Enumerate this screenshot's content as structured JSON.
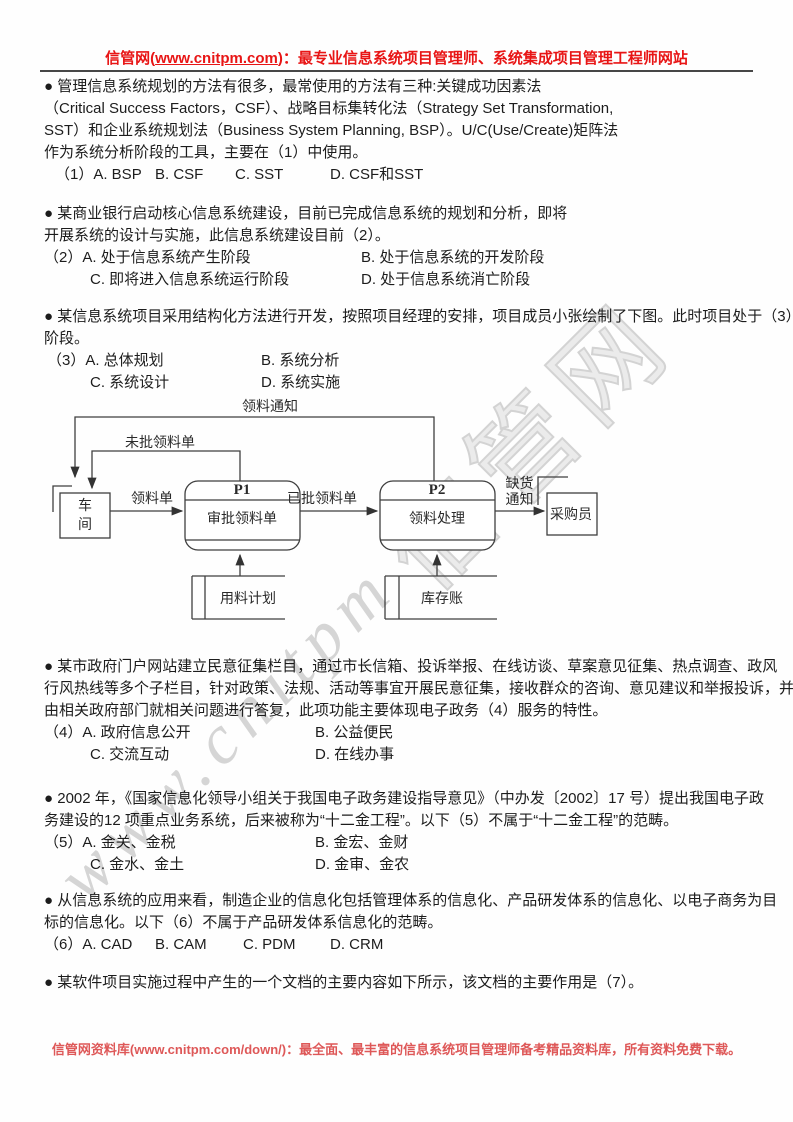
{
  "header": {
    "prefix": "信管网(",
    "link": "www.cnitpm.com",
    "suffix": ")：最专业信息系统项目管理师、系统集成项目管理工程师网站"
  },
  "footer": {
    "prefix": "信管网资料库(",
    "link": "www.cnitpm.com/down/",
    "suffix": ")：最全面、最丰富的信息系统项目管理师备考精品资料库，所有资料免费下载。"
  },
  "watermark": {
    "latin": "www.cnitpm",
    "cjk": "信管网"
  },
  "questions": [
    {
      "stem": [
        "● 管理信息系统规划的方法有很多，最常使用的方法有三种:关键成功因素法",
        "（Critical Success Factors，CSF）、战略目标集转化法（Strategy Set Transformation,",
        "SST）和企业系统规划法（Business System Planning, BSP）。U/C(Use/Create)矩阵法",
        "作为系统分析阶段的工具，主要在（1）中使用。"
      ],
      "options": [
        "（1）A. BSP",
        "B. CSF",
        "C. SST",
        "D. CSF和SST"
      ]
    },
    {
      "stem": [
        "● 某商业银行启动核心信息系统建设，目前已完成信息系统的规划和分析，即将",
        "开展系统的设计与实施，此信息系统建设目前（2）。"
      ],
      "options": [
        "（2）A. 处于信息系统产生阶段",
        "B. 处于信息系统的开发阶段",
        "C. 即将进入信息系统运行阶段",
        "D. 处于信息系统消亡阶段"
      ]
    },
    {
      "stem": [
        "● 某信息系统项目采用结构化方法进行开发，按照项目经理的安排，项目成员小张绘制了下图。此时项目处于（3）",
        "阶段。"
      ],
      "options": [
        "（3）A. 总体规划",
        "B. 系统分析",
        "C. 系统设计",
        "D. 系统实施"
      ]
    },
    {
      "stem": [
        "● 某市政府门户网站建立民意征集栏目，通过市长信箱、投诉举报、在线访谈、草案意见征集、热点调查、政风",
        "行风热线等多个子栏目，针对政策、法规、活动等事宜开展民意征集，接收群众的咨询、意见建议和举报投诉，并",
        "由相关政府部门就相关问题进行答复，此项功能主要体现电子政务（4）服务的特性。"
      ],
      "options": [
        "（4）A. 政府信息公开",
        "B. 公益便民",
        "C. 交流互动",
        "D. 在线办事"
      ]
    },
    {
      "stem": [
        "● 2002 年，《国家信息化领导小组关于我国电子政务建设指导意见》（中办发〔2002〕17 号）提出我国电子政",
        "务建设的12 项重点业务系统，后来被称为“十二金工程”。以下（5）不属于“十二金工程”的范畴。"
      ],
      "options": [
        "（5）A. 金关、金税",
        "B. 金宏、金财",
        "C. 金水、金土",
        "D. 金审、金农"
      ]
    },
    {
      "stem": [
        "● 从信息系统的应用来看，制造企业的信息化包括管理体系的信息化、产品研发体系的信息化、以电子商务为目",
        "标的信息化。以下（6）不属于产品研发体系信息化的范畴。"
      ],
      "options": [
        "（6）A. CAD",
        "B. CAM",
        "C. PDM",
        "D. CRM"
      ]
    },
    {
      "stem": [
        "● 某软件项目实施过程中产生的一个文档的主要内容如下所示，该文档的主要作用是（7）。"
      ],
      "options": []
    }
  ],
  "diagram": {
    "entities": {
      "workshop": "车间",
      "purchaser": "采购员"
    },
    "processes": [
      {
        "id": "P1",
        "name": "审批领料单"
      },
      {
        "id": "P2",
        "name": "领料处理"
      }
    ],
    "stores": {
      "material_plan": "用料计划",
      "inventory": "库存账"
    },
    "flows": {
      "notice": "领料通知",
      "unapproved": "未批领料单",
      "requisition": "领料单",
      "approved": "已批领料单",
      "shortage": "缺货通知"
    }
  }
}
